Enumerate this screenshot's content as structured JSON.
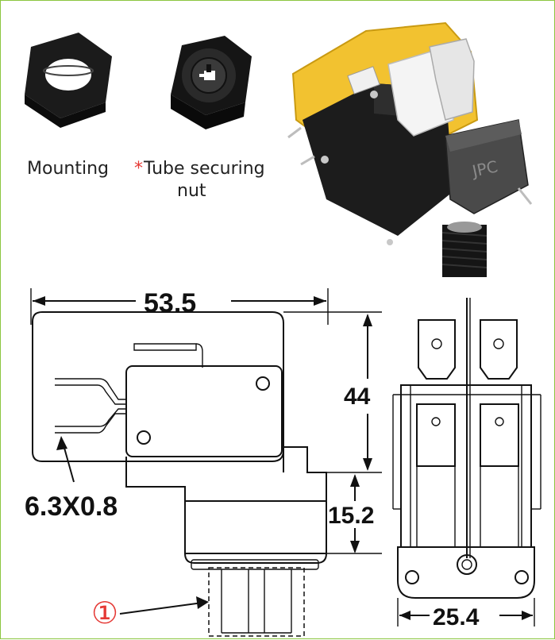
{
  "captions": {
    "mounting": "Mounting",
    "asterisk": "*",
    "tube_line1": "Tube securing",
    "tube_line2": "nut",
    "brand": "JPC"
  },
  "dimensions": {
    "width": "53.5",
    "height": "44",
    "lower_height": "15.2",
    "side_width": "25.4",
    "terminal": "6.3X0.8",
    "callout": "①"
  },
  "colors": {
    "frame": "#8cc63f",
    "asterisk": "#e53935",
    "callout": "#e53935",
    "switch_body": "#1a1a1a",
    "plate": "#f2c230",
    "plunger": "#f4f4f4"
  }
}
